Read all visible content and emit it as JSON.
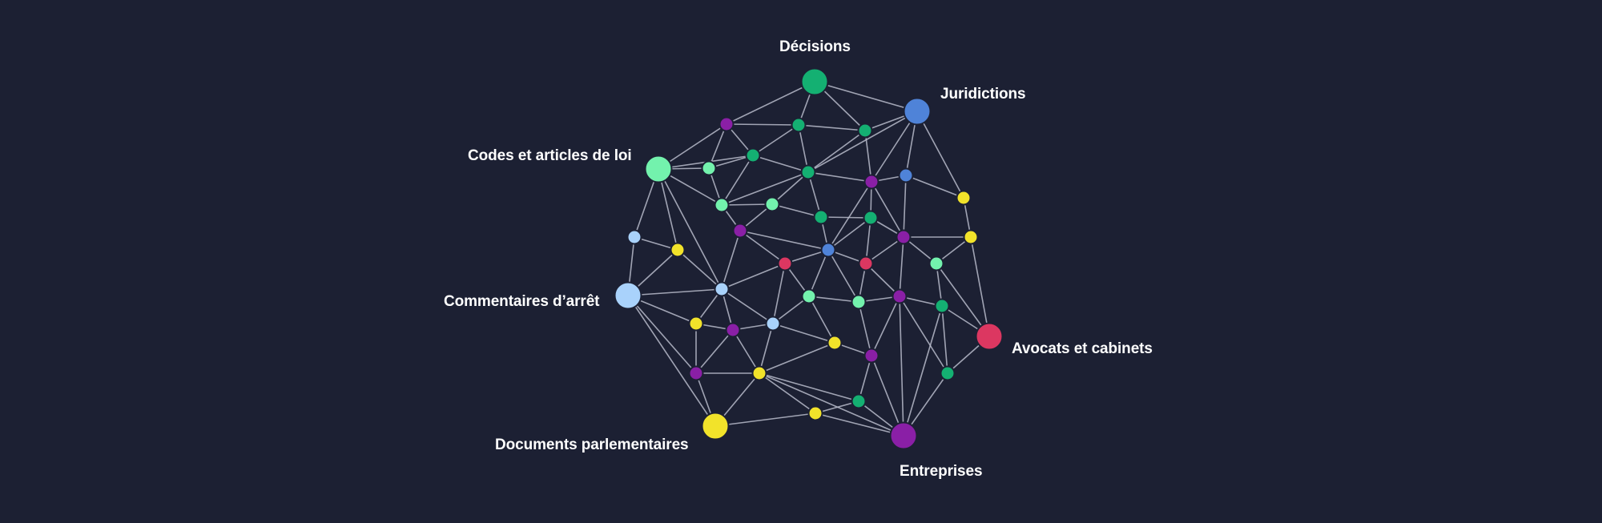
{
  "colors": {
    "background": "#1c2033",
    "edge": "#b9bccb",
    "green": "#14b072",
    "blue": "#4f83d8",
    "mint": "#73f2ad",
    "lightblue": "#a9d2fb",
    "yellow": "#f2e32a",
    "purple": "#8a1fa6",
    "red": "#dc3761"
  },
  "hubs": [
    {
      "id": "decisions",
      "label": "Décisions",
      "color": "green"
    },
    {
      "id": "juridictions",
      "label": "Juridictions",
      "color": "blue"
    },
    {
      "id": "codes",
      "label": "Codes et articles de loi",
      "color": "mint"
    },
    {
      "id": "commentaires",
      "label": "Commentaires d’arrêt",
      "color": "lightblue"
    },
    {
      "id": "avocats",
      "label": "Avocats et cabinets",
      "color": "red"
    },
    {
      "id": "documents",
      "label": "Documents parlementaires",
      "color": "yellow"
    },
    {
      "id": "entreprises",
      "label": "Entreprises",
      "color": "purple"
    }
  ],
  "nodes": [
    {
      "id": "p1",
      "color": "purple"
    },
    {
      "id": "g1",
      "color": "green"
    },
    {
      "id": "g2",
      "color": "green"
    },
    {
      "id": "g3",
      "color": "green"
    },
    {
      "id": "m1",
      "color": "mint"
    },
    {
      "id": "g4",
      "color": "green"
    },
    {
      "id": "p2",
      "color": "purple"
    },
    {
      "id": "b1",
      "color": "blue"
    },
    {
      "id": "y1",
      "color": "yellow"
    },
    {
      "id": "m2",
      "color": "mint"
    },
    {
      "id": "m3",
      "color": "mint"
    },
    {
      "id": "g5",
      "color": "green"
    },
    {
      "id": "g6",
      "color": "green"
    },
    {
      "id": "p3",
      "color": "purple"
    },
    {
      "id": "p4",
      "color": "purple"
    },
    {
      "id": "y2",
      "color": "yellow"
    },
    {
      "id": "lb1",
      "color": "lightblue"
    },
    {
      "id": "y3",
      "color": "yellow"
    },
    {
      "id": "b2",
      "color": "blue"
    },
    {
      "id": "r1",
      "color": "red"
    },
    {
      "id": "r2",
      "color": "red"
    },
    {
      "id": "m4",
      "color": "mint"
    },
    {
      "id": "lb2",
      "color": "lightblue"
    },
    {
      "id": "m5",
      "color": "mint"
    },
    {
      "id": "m6",
      "color": "mint"
    },
    {
      "id": "p5",
      "color": "purple"
    },
    {
      "id": "g7",
      "color": "green"
    },
    {
      "id": "y4",
      "color": "yellow"
    },
    {
      "id": "p6",
      "color": "purple"
    },
    {
      "id": "lb3",
      "color": "lightblue"
    },
    {
      "id": "y5",
      "color": "yellow"
    },
    {
      "id": "p7",
      "color": "purple"
    },
    {
      "id": "p8",
      "color": "purple"
    },
    {
      "id": "y6",
      "color": "yellow"
    },
    {
      "id": "g8",
      "color": "green"
    },
    {
      "id": "y7",
      "color": "yellow"
    },
    {
      "id": "g9",
      "color": "green"
    }
  ],
  "edges": [
    [
      "decisions",
      "p1"
    ],
    [
      "decisions",
      "g1"
    ],
    [
      "decisions",
      "g2"
    ],
    [
      "decisions",
      "juridictions"
    ],
    [
      "juridictions",
      "g2"
    ],
    [
      "juridictions",
      "g4"
    ],
    [
      "juridictions",
      "p2"
    ],
    [
      "juridictions",
      "b1"
    ],
    [
      "juridictions",
      "y1"
    ],
    [
      "codes",
      "p1"
    ],
    [
      "codes",
      "m1"
    ],
    [
      "codes",
      "m2"
    ],
    [
      "codes",
      "lb2"
    ],
    [
      "codes",
      "y3"
    ],
    [
      "codes",
      "lb1"
    ],
    [
      "codes",
      "g3"
    ],
    [
      "p1",
      "g1"
    ],
    [
      "p1",
      "m1"
    ],
    [
      "p1",
      "g3"
    ],
    [
      "g1",
      "g2"
    ],
    [
      "g1",
      "g4"
    ],
    [
      "g1",
      "g3"
    ],
    [
      "m1",
      "g3"
    ],
    [
      "m1",
      "m2"
    ],
    [
      "g3",
      "g4"
    ],
    [
      "g3",
      "m2"
    ],
    [
      "g2",
      "g4"
    ],
    [
      "g2",
      "p2"
    ],
    [
      "g4",
      "p2"
    ],
    [
      "g4",
      "m2"
    ],
    [
      "g4",
      "m3"
    ],
    [
      "g4",
      "g5"
    ],
    [
      "p2",
      "b1"
    ],
    [
      "p2",
      "g6"
    ],
    [
      "p2",
      "p3"
    ],
    [
      "p2",
      "b2"
    ],
    [
      "b1",
      "p3"
    ],
    [
      "b1",
      "y1"
    ],
    [
      "y1",
      "y2"
    ],
    [
      "y2",
      "p3"
    ],
    [
      "y2",
      "m5"
    ],
    [
      "y2",
      "avocats"
    ],
    [
      "m2",
      "m3"
    ],
    [
      "m2",
      "p4"
    ],
    [
      "m3",
      "g5"
    ],
    [
      "m3",
      "p4"
    ],
    [
      "g5",
      "g6"
    ],
    [
      "g5",
      "b2"
    ],
    [
      "g6",
      "p3"
    ],
    [
      "g6",
      "r2"
    ],
    [
      "g6",
      "b2"
    ],
    [
      "p3",
      "m5"
    ],
    [
      "p3",
      "r2"
    ],
    [
      "p3",
      "p5"
    ],
    [
      "m5",
      "g7"
    ],
    [
      "m5",
      "avocats"
    ],
    [
      "g7",
      "avocats"
    ],
    [
      "g7",
      "g9"
    ],
    [
      "g7",
      "entreprises"
    ],
    [
      "g7",
      "p5"
    ],
    [
      "p4",
      "b2"
    ],
    [
      "p4",
      "lb2"
    ],
    [
      "p4",
      "r1"
    ],
    [
      "b2",
      "r1"
    ],
    [
      "b2",
      "m4"
    ],
    [
      "b2",
      "r2"
    ],
    [
      "b2",
      "m6"
    ],
    [
      "r1",
      "lb2"
    ],
    [
      "r1",
      "lb3"
    ],
    [
      "r1",
      "m4"
    ],
    [
      "r2",
      "m6"
    ],
    [
      "r2",
      "p5"
    ],
    [
      "m4",
      "m6"
    ],
    [
      "m4",
      "y5"
    ],
    [
      "m4",
      "lb3"
    ],
    [
      "m6",
      "p5"
    ],
    [
      "m6",
      "p8"
    ],
    [
      "p5",
      "p8"
    ],
    [
      "p5",
      "entreprises"
    ],
    [
      "p5",
      "g9"
    ],
    [
      "lb1",
      "y3"
    ],
    [
      "lb1",
      "commentaires"
    ],
    [
      "y3",
      "commentaires"
    ],
    [
      "y3",
      "lb2"
    ],
    [
      "commentaires",
      "lb2"
    ],
    [
      "commentaires",
      "y4"
    ],
    [
      "commentaires",
      "p7"
    ],
    [
      "commentaires",
      "documents"
    ],
    [
      "lb2",
      "y4"
    ],
    [
      "lb2",
      "p6"
    ],
    [
      "lb2",
      "lb3"
    ],
    [
      "y4",
      "p6"
    ],
    [
      "y4",
      "p7"
    ],
    [
      "p6",
      "lb3"
    ],
    [
      "p6",
      "p7"
    ],
    [
      "p6",
      "y6"
    ],
    [
      "lb3",
      "y6"
    ],
    [
      "lb3",
      "y5"
    ],
    [
      "y5",
      "y6"
    ],
    [
      "y5",
      "p8"
    ],
    [
      "y6",
      "p7"
    ],
    [
      "y6",
      "g8"
    ],
    [
      "y6",
      "y7"
    ],
    [
      "y6",
      "entreprises"
    ],
    [
      "y6",
      "documents"
    ],
    [
      "p7",
      "documents"
    ],
    [
      "y7",
      "documents"
    ],
    [
      "y7",
      "g8"
    ],
    [
      "y7",
      "entreprises"
    ],
    [
      "p8",
      "g8"
    ],
    [
      "p8",
      "entreprises"
    ],
    [
      "g8",
      "entreprises"
    ],
    [
      "g9",
      "avocats"
    ],
    [
      "g9",
      "entreprises"
    ]
  ]
}
